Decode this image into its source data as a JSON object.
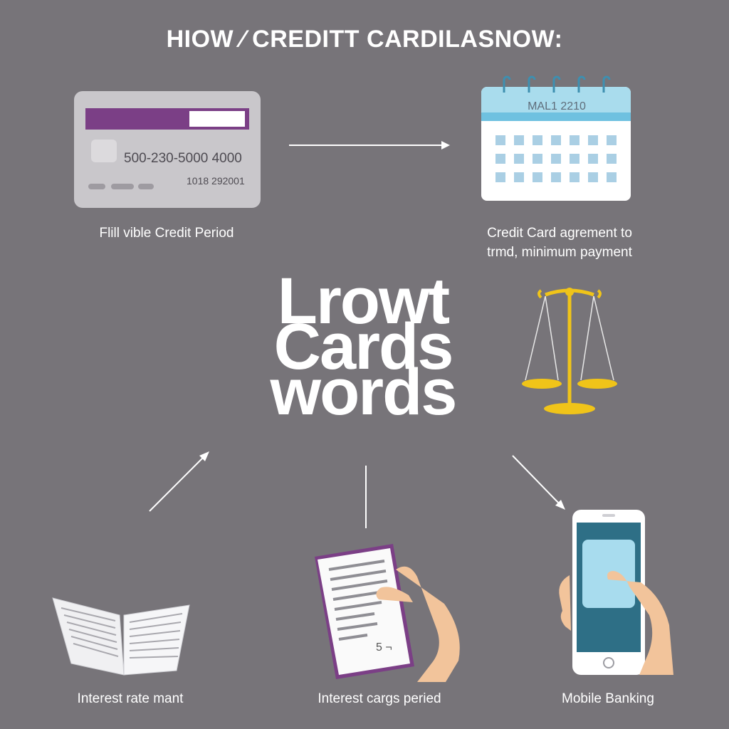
{
  "title": "HIOW ⁄ CREDITT CARDILASNOW:",
  "center_text": {
    "line1": "Lrowt",
    "line2": "Cards",
    "line3": "words"
  },
  "card": {
    "number": "500-230-5000  4000",
    "expiry": "1018 292001"
  },
  "calendar": {
    "header_text": "MAL1 2210"
  },
  "captions": {
    "card": "Flill vible Credit Period",
    "calendar_line1": "Credit Card agrement to",
    "calendar_line2": "trmd, minimum payment",
    "book": "Interest rate mant",
    "document": "Interest cargs peried",
    "phone": "Mobile Banking"
  },
  "document": {
    "note": "5 ¬"
  },
  "colors": {
    "background": "#777479",
    "accent_purple": "#7b3f86",
    "scale_gold": "#f0c419",
    "calendar_blue": "#a9dced",
    "skin": "#f2c49b"
  }
}
